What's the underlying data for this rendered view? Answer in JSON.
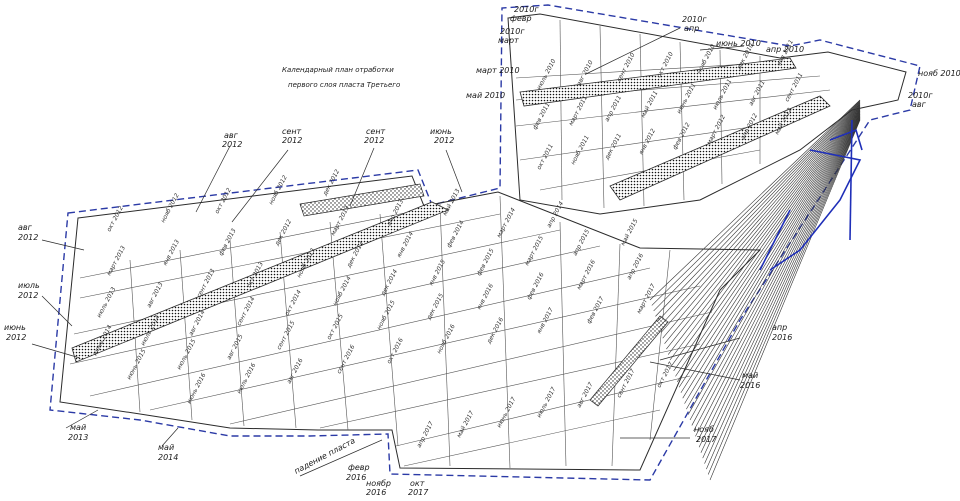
{
  "title_lines": [
    "Календарный план отработки",
    "первого слоя пласта Третьего"
  ],
  "callouts": [
    {
      "key": "avg2012_top",
      "lines": [
        "авг",
        "2012"
      ]
    },
    {
      "key": "sent2012_a",
      "lines": [
        "сент",
        "2012"
      ]
    },
    {
      "key": "sent2012_b",
      "lines": [
        "сент",
        "2012"
      ]
    },
    {
      "key": "iyun2012_top",
      "lines": [
        "июнь",
        "2012"
      ]
    },
    {
      "key": "avg2012_left",
      "lines": [
        "авг",
        "2012"
      ]
    },
    {
      "key": "iyul2012",
      "lines": [
        "июль",
        "2012"
      ]
    },
    {
      "key": "iyun2012_left",
      "lines": [
        "июнь",
        "2012"
      ]
    },
    {
      "key": "may2013",
      "lines": [
        "май",
        "2013"
      ]
    },
    {
      "key": "may2014",
      "lines": [
        "май",
        "2014"
      ]
    },
    {
      "key": "podenie",
      "lines": [
        "падение пласта"
      ]
    },
    {
      "key": "fevr2016",
      "lines": [
        "февр",
        "2016"
      ]
    },
    {
      "key": "noyab2016",
      "lines": [
        "ноябр",
        "2016"
      ]
    },
    {
      "key": "okt2017",
      "lines": [
        "окт",
        "2017"
      ]
    },
    {
      "key": "noyab2017",
      "lines": [
        "нояб",
        "2017"
      ]
    },
    {
      "key": "may2016",
      "lines": [
        "май",
        "2016"
      ]
    },
    {
      "key": "apr2016",
      "lines": [
        "апр",
        "2016"
      ]
    },
    {
      "key": "fevr2010",
      "lines": [
        "2010г",
        "февр"
      ]
    },
    {
      "key": "mart2010",
      "lines": [
        "2010г",
        "март"
      ]
    },
    {
      "key": "mart2010b",
      "lines": [
        "март 2010"
      ]
    },
    {
      "key": "may2010",
      "lines": [
        "май 2010"
      ]
    },
    {
      "key": "apr2010",
      "lines": [
        "2010г",
        "апр"
      ]
    },
    {
      "key": "iyun2010",
      "lines": [
        "июнь 2010"
      ]
    },
    {
      "key": "apr2010b",
      "lines": [
        "апр 2010"
      ]
    },
    {
      "key": "noyab2010",
      "lines": [
        "нояб 2010"
      ]
    },
    {
      "key": "avg2010",
      "lines": [
        "2010г",
        "авг"
      ]
    }
  ],
  "cells": {
    "row1": [
      "окт 2012",
      "нояб 2012",
      "окт 2012",
      "нояб 2012",
      "дек 2012"
    ],
    "row2": [
      "март 2013",
      "янв 2013",
      "фев 2013",
      "дек 2012",
      "март 2013",
      "апр 2013",
      "май 2013"
    ],
    "row3": [
      "июль 2013",
      "авг 2013",
      "сент 2013",
      "окт 2013",
      "нояб 2013",
      "дек 2013",
      "янв 2014",
      "фев 2014",
      "март 2014",
      "апр 2014"
    ],
    "row4": [
      "июнь 2014",
      "июль 2014",
      "авг 2014",
      "сент 2014",
      "окт 2014",
      "нояб 2014",
      "дек 2014",
      "янв 2015",
      "фев 2015",
      "март 2015",
      "апр 2015",
      "май 2015"
    ],
    "row5": [
      "июнь 2015",
      "июль 2015",
      "авг 2015",
      "сент 2015",
      "окт 2015",
      "нояб 2015",
      "дек 2015",
      "янв 2016",
      "фев 2016",
      "март 2016",
      "апр 2016"
    ],
    "row6": [
      "июнь 2016",
      "июль 2016",
      "авг 2016",
      "сент 2016",
      "окт 2016",
      "нояб 2016",
      "дек 2016",
      "янв 2017",
      "фев 2017",
      "март 2017"
    ],
    "row7": [
      "апр 2017",
      "май 2017",
      "июнь 2017",
      "июль 2017",
      "авг 2017",
      "сент 2017",
      "окт 2017"
    ],
    "upper1": [
      "июль 2010",
      "авг 2010",
      "сент 2010",
      "окт 2010",
      "нояб 2010",
      "дек 2010",
      "янв 2011"
    ],
    "upper2": [
      "фев 2011",
      "март 2011",
      "апр 2011",
      "май 2011",
      "июнь 2011",
      "июль 2011",
      "авг 2011",
      "сент 2011"
    ],
    "upper3": [
      "окт 2011",
      "нояб 2011",
      "дек 2011",
      "янв 2012",
      "фев 2012",
      "март 2012",
      "апр 2012",
      "май 2012"
    ]
  },
  "colors": {
    "boundary": "#2b3aa6",
    "shaft": "#1f2fb8",
    "lines": "#2b2b2b"
  }
}
